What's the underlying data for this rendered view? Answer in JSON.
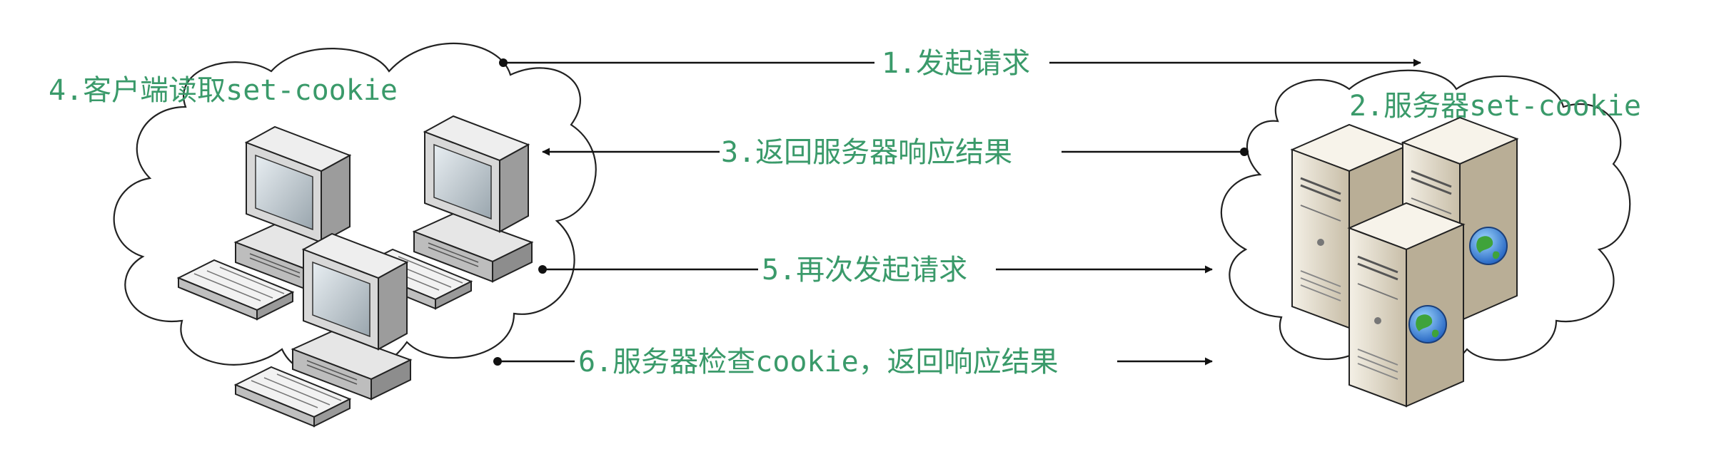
{
  "client": {
    "label": "4.客户端读取set-cookie"
  },
  "server": {
    "label": "2.服务器set-cookie"
  },
  "flows": [
    {
      "label": "1.发起请求"
    },
    {
      "label": "3.返回服务器响应结果"
    },
    {
      "label": "5.再次发起请求"
    },
    {
      "label": "6.服务器检查cookie，返回响应结果"
    }
  ],
  "colors": {
    "label": "#3a9a6a",
    "line": "#111111"
  },
  "icons": [
    "desktop-computer-icon",
    "server-tower-icon",
    "globe-icon"
  ]
}
